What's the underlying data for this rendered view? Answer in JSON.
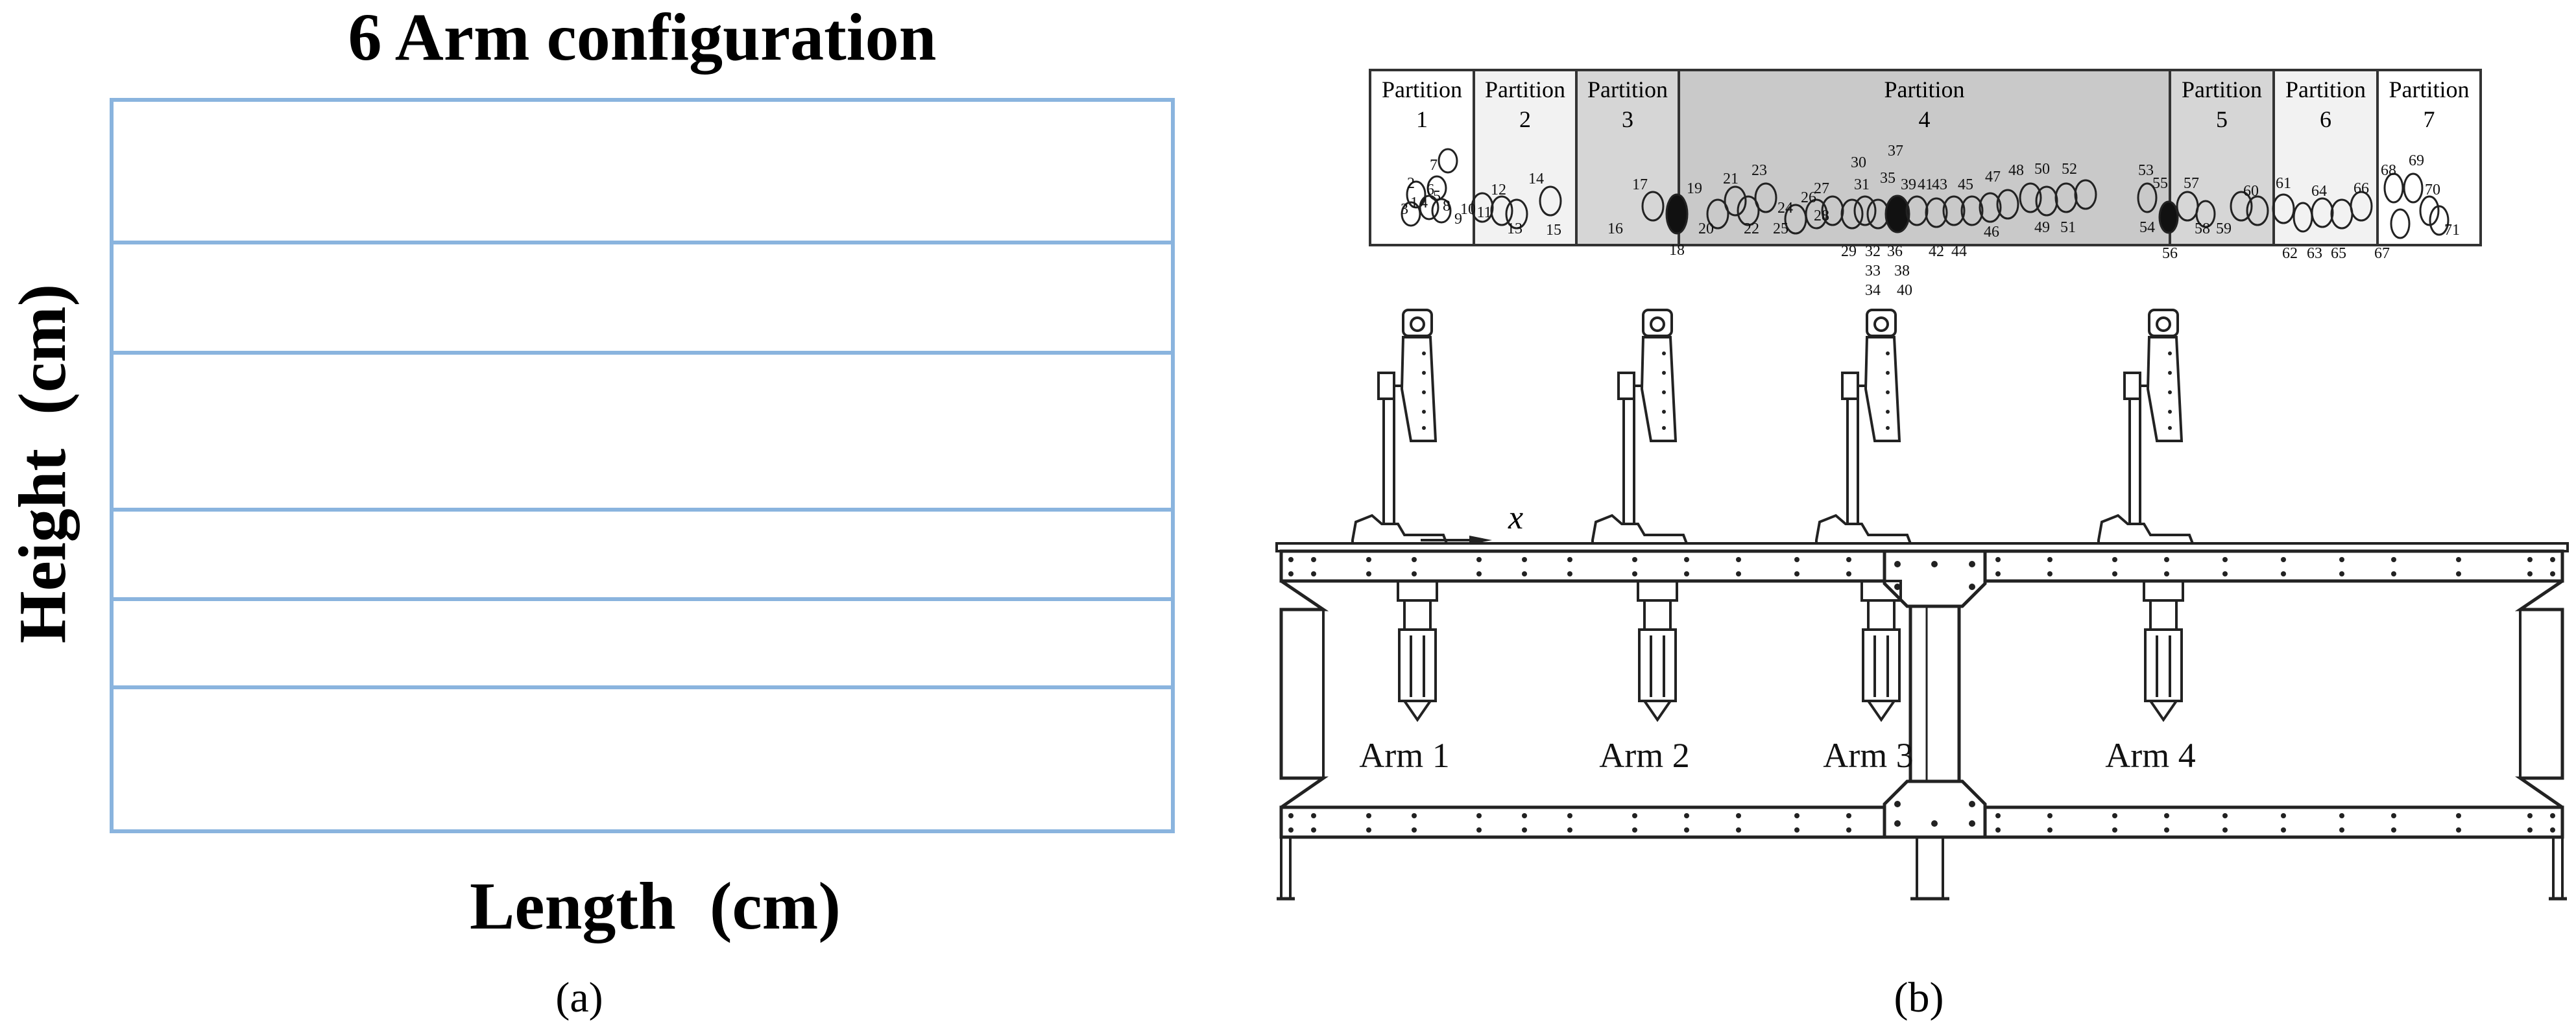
{
  "panel_a": {
    "title": "6 Arm configuration",
    "ylabel": "Height  (cm)",
    "xlabel": "Length  (cm)",
    "caption": "(a)",
    "rows": 6
  },
  "panel_b": {
    "caption": "(b)",
    "axis_label": "x",
    "partitions": [
      {
        "label": "Partition",
        "number": "1",
        "shade": "#ffffff"
      },
      {
        "label": "Partition",
        "number": "2",
        "shade": "#f2f2f2"
      },
      {
        "label": "Partition",
        "number": "3",
        "shade": "#d6d6d6"
      },
      {
        "label": "Partition",
        "number": "4",
        "shade": "#c9c9c9"
      },
      {
        "label": "Partition",
        "number": "5",
        "shade": "#d6d6d6"
      },
      {
        "label": "Partition",
        "number": "6",
        "shade": "#f2f2f2"
      },
      {
        "label": "Partition",
        "number": "7",
        "shade": "#ffffff"
      }
    ],
    "component_numbers": [
      "1",
      "2",
      "3",
      "4",
      "5",
      "6",
      "7",
      "8",
      "9",
      "10",
      "11",
      "12",
      "13",
      "14",
      "15",
      "16",
      "17",
      "18",
      "19",
      "20",
      "21",
      "22",
      "23",
      "24",
      "25",
      "26",
      "27",
      "28",
      "29",
      "30",
      "31",
      "32",
      "33",
      "34",
      "35",
      "36",
      "37",
      "38",
      "39",
      "40",
      "41",
      "42",
      "43",
      "44",
      "45",
      "46",
      "47",
      "48",
      "49",
      "50",
      "51",
      "52",
      "53",
      "54",
      "55",
      "56",
      "57",
      "58",
      "59",
      "60",
      "61",
      "62",
      "63",
      "64",
      "65",
      "66",
      "67",
      "68",
      "69",
      "70",
      "71"
    ],
    "arms": [
      "Arm 1",
      "Arm 2",
      "Arm 3",
      "Arm 4"
    ]
  },
  "colors": {
    "grid_line": "#8ab4de",
    "ink": "#000000",
    "partition_border": "#333333"
  }
}
